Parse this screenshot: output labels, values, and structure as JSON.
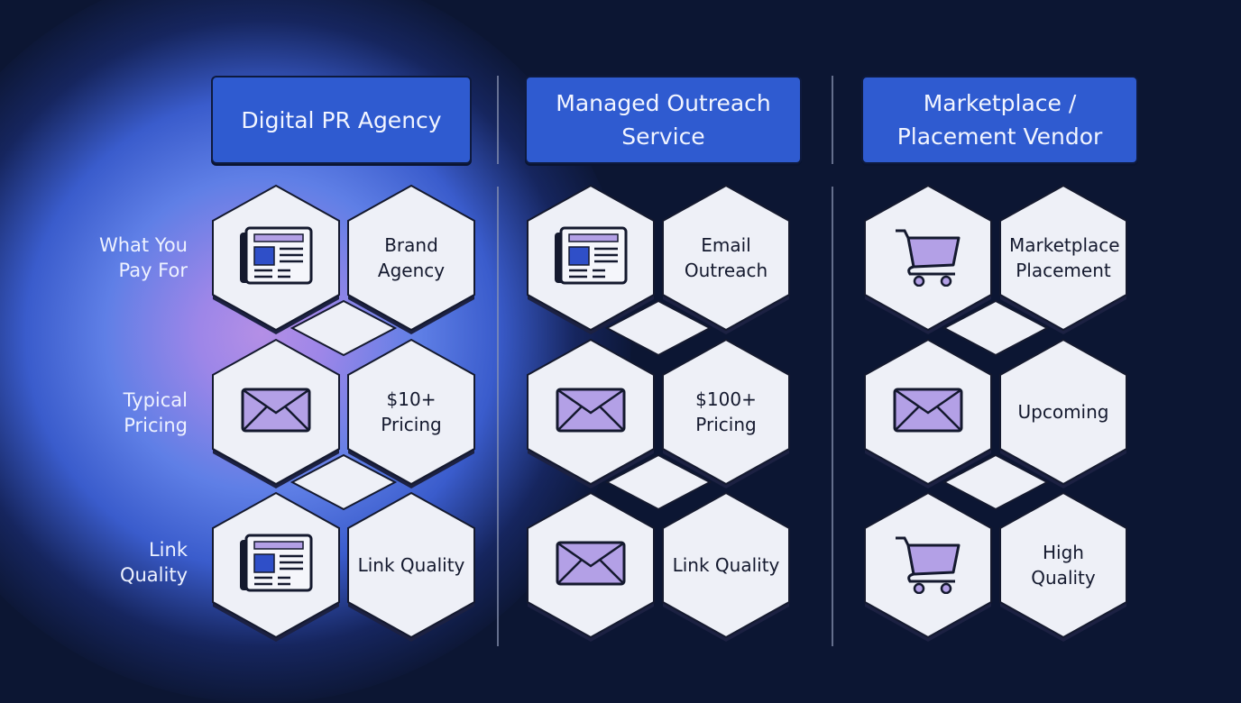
{
  "columns": [
    {
      "header": "Digital PR Agency",
      "rows": [
        {
          "icon": "newspaper-icon",
          "text": "Brand Agency"
        },
        {
          "icon": "envelope-icon",
          "text": "$10+ Pricing"
        },
        {
          "icon": "newspaper-icon",
          "text": "Link Quality"
        }
      ]
    },
    {
      "header": "Managed Outreach Service",
      "rows": [
        {
          "icon": "newspaper-icon",
          "text": "Email Outreach"
        },
        {
          "icon": "envelope-icon",
          "text": "$100+ Pricing"
        },
        {
          "icon": "envelope-icon",
          "text": "Link Quality"
        }
      ]
    },
    {
      "header": "Marketplace / Placement Vendor",
      "rows": [
        {
          "icon": "shopping-cart-icon",
          "text": "Marketplace Placement"
        },
        {
          "icon": "envelope-icon",
          "text": "Upcoming"
        },
        {
          "icon": "shopping-cart-icon",
          "text": "High Quality"
        }
      ]
    }
  ],
  "row_labels": [
    "What You Pay For",
    "Typical Pricing",
    "Link Quality"
  ],
  "colors": {
    "background": "#0c1633",
    "header_fill": "#2f5bd0",
    "hex_fill": "#eef0f7",
    "icon_purple": "#b3a0e6",
    "icon_blue": "#2f4fc8",
    "outline": "#14192e"
  }
}
